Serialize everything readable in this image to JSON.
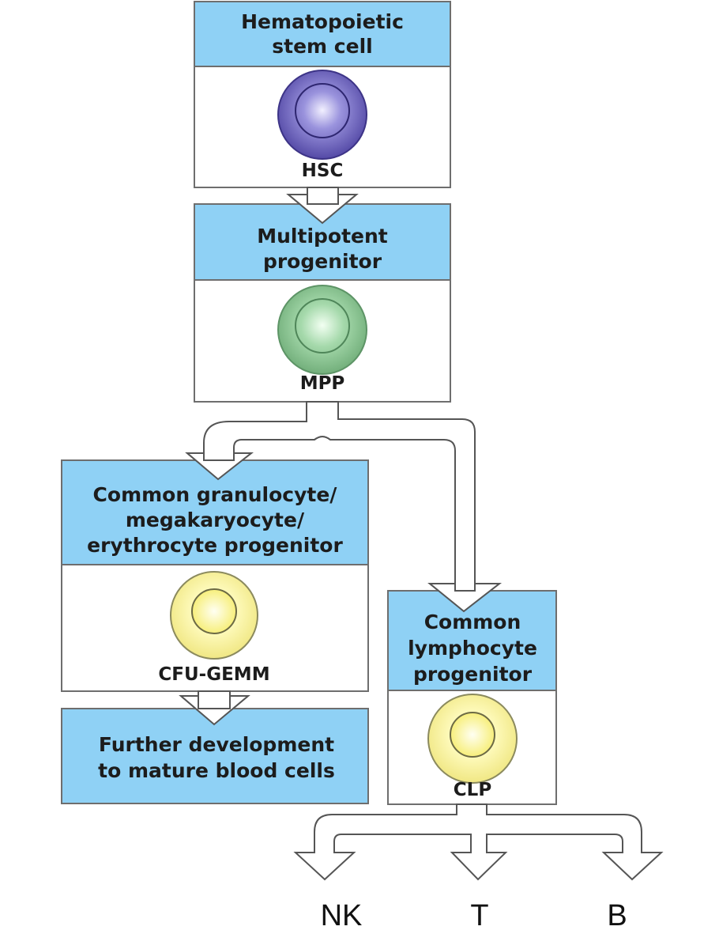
{
  "stages": {
    "hsc": {
      "title_lines": [
        "Hematopoietic",
        "stem cell"
      ],
      "cell_label": "HSC",
      "cell_color": "#5a4fb0"
    },
    "mpp": {
      "title_lines": [
        "Multipotent",
        "progenitor"
      ],
      "cell_label": "MPP",
      "cell_color": "#7fbf87"
    },
    "cmp": {
      "title_lines": [
        "Common granulocyte/",
        "megakaryocyte/",
        "erythrocyte progenitor"
      ],
      "cell_label": "CFU-GEMM",
      "cell_color": "#f6f08f"
    },
    "clp": {
      "title_lines": [
        "Common",
        "lymphocyte",
        "progenitor"
      ],
      "cell_label": "CLP",
      "cell_color": "#f6f08f"
    },
    "further": {
      "title_lines": [
        "Further development",
        "to mature blood cells"
      ]
    }
  },
  "lineages": [
    "NK",
    "T",
    "B"
  ],
  "colors": {
    "header_fill": "#8fd1f5",
    "box_border": "#6e6e6e",
    "arrow_fill": "#ffffff"
  }
}
